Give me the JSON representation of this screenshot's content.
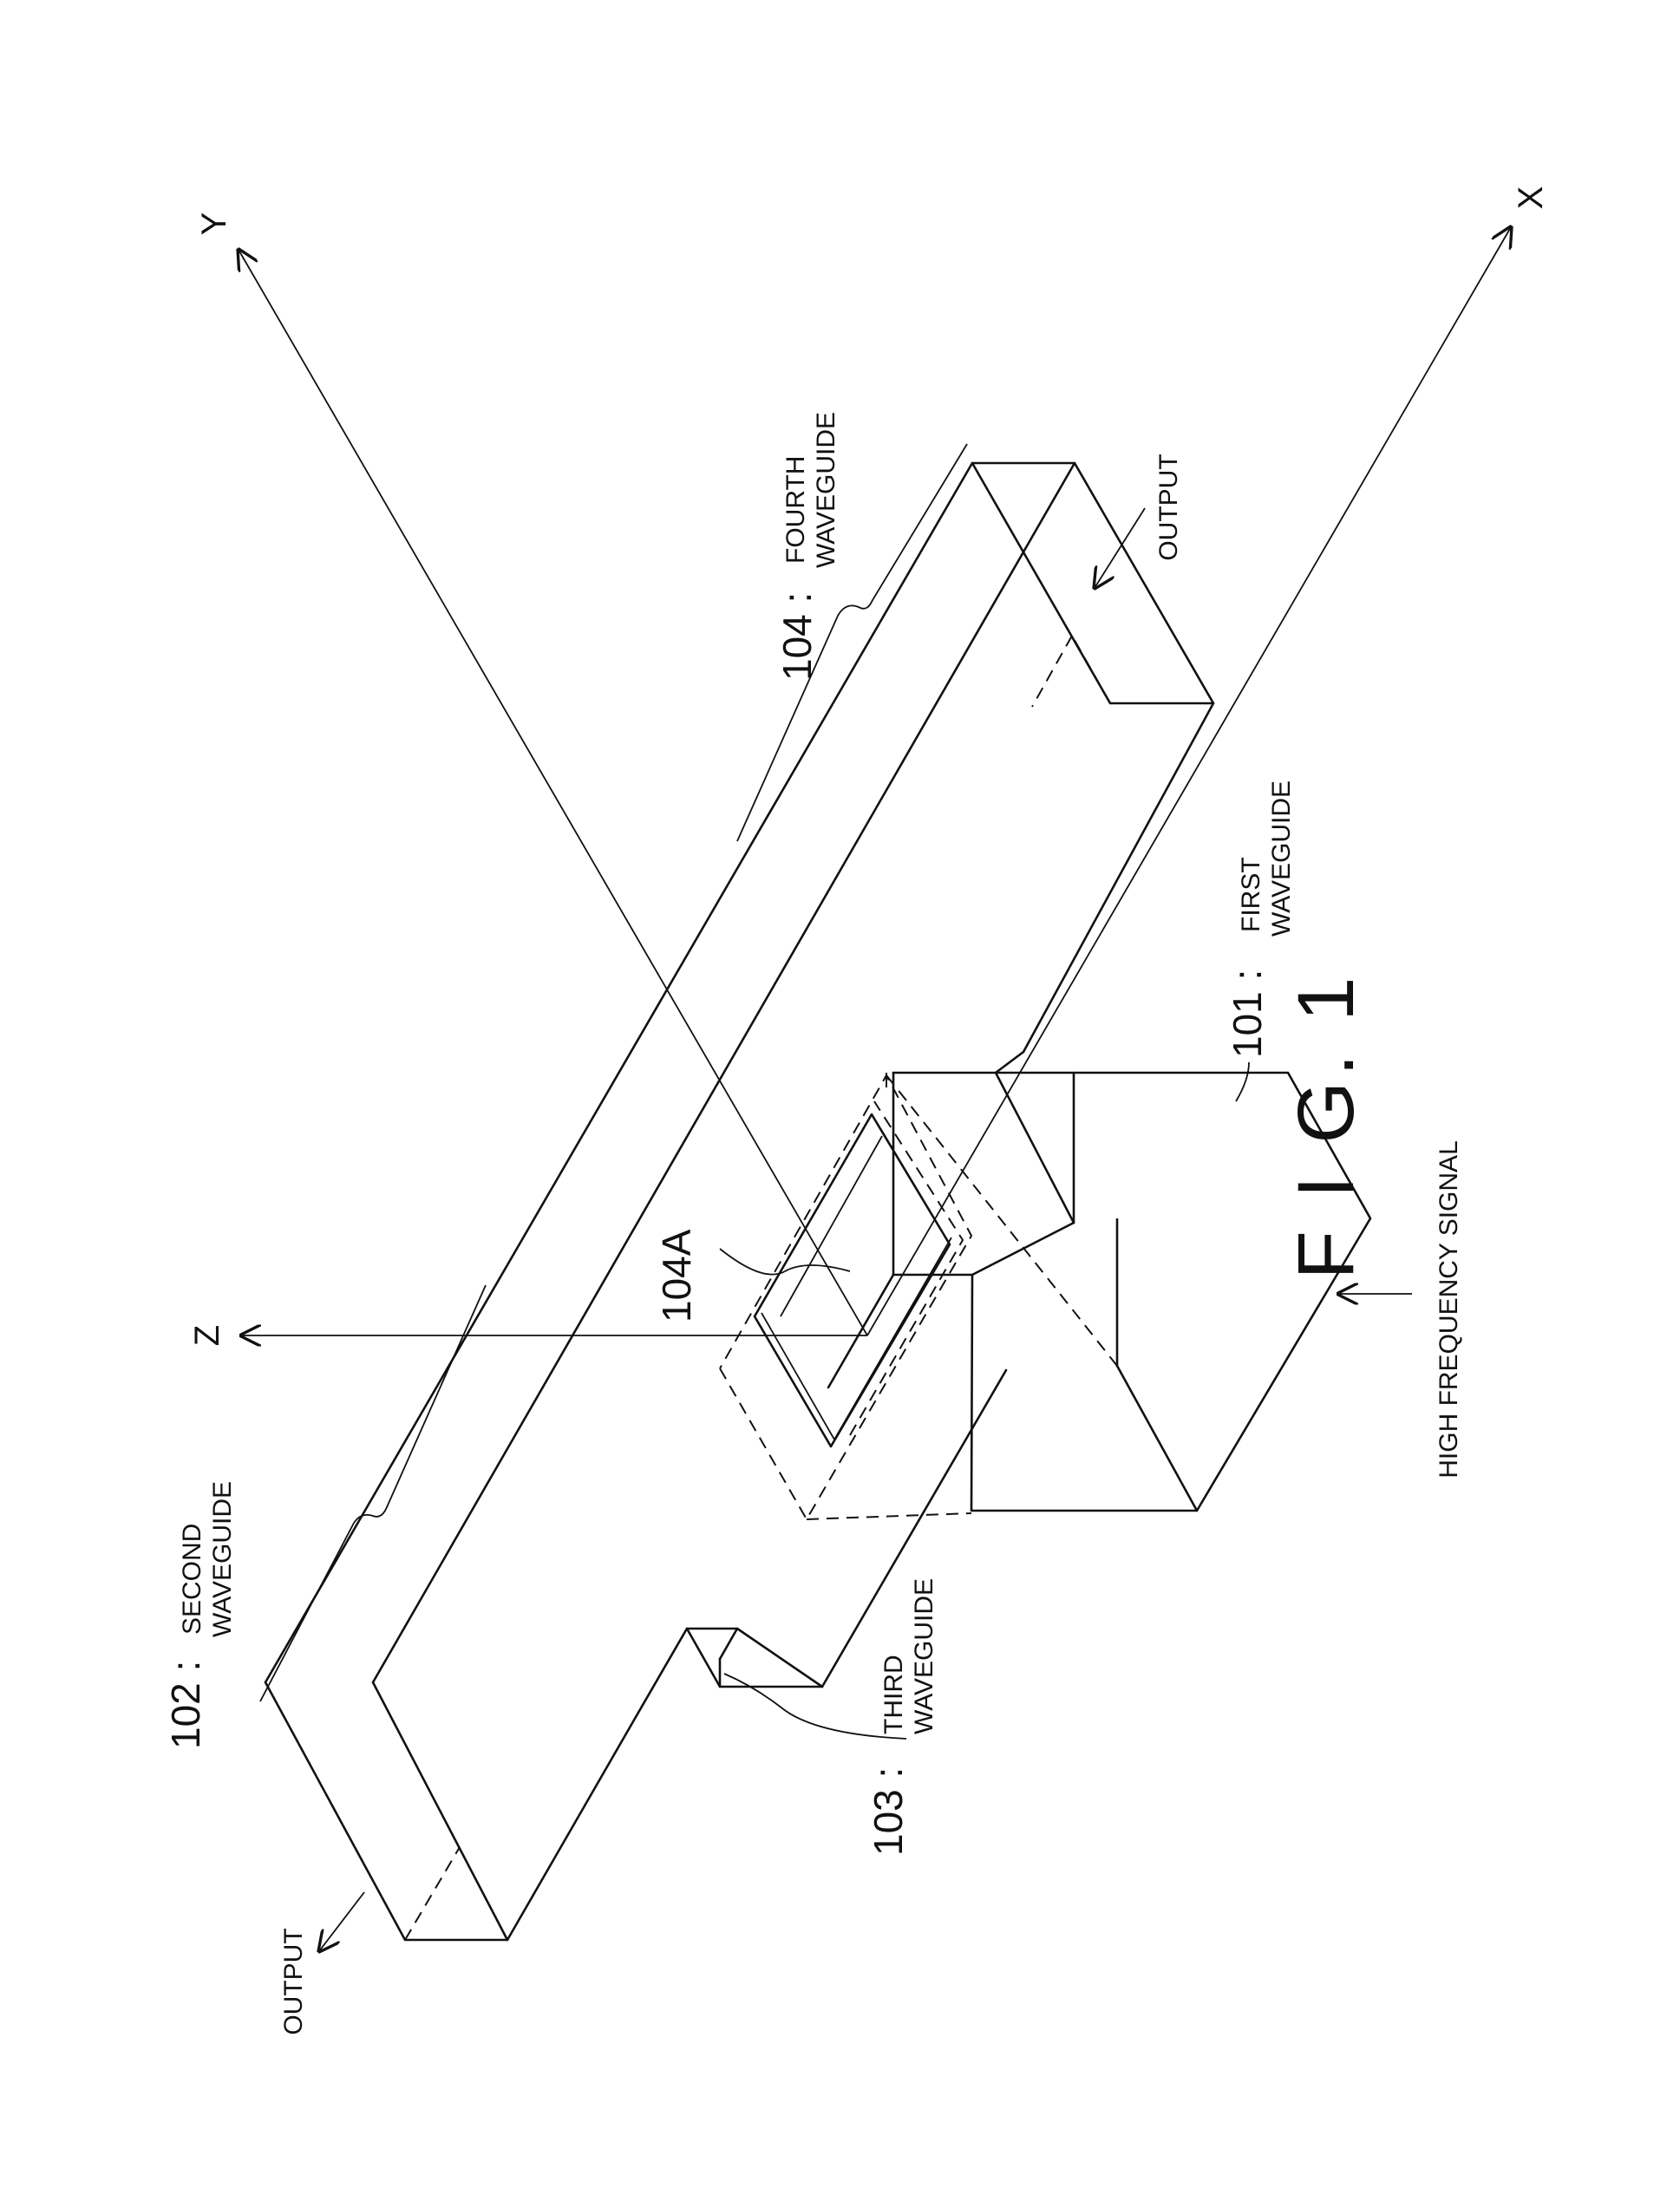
{
  "figure_label": "F I G. 1",
  "axes": {
    "x": "X",
    "y": "Y",
    "z": "Z"
  },
  "labels": {
    "first": {
      "num": "101 :",
      "line1": "FIRST",
      "line2": "WAVEGUIDE"
    },
    "second": {
      "num": "102 :",
      "line1": "SECOND",
      "line2": "WAVEGUIDE"
    },
    "third": {
      "num": "103 :",
      "line1": "THIRD",
      "line2": "WAVEGUIDE"
    },
    "fourth": {
      "num": "104 :",
      "line1": "FOURTH",
      "line2": "WAVEGUIDE"
    },
    "slot": "104A"
  },
  "annotations": {
    "output_left": "OUTPUT",
    "output_right": "OUTPUT",
    "input": "HIGH FREQUENCY SIGNAL"
  }
}
